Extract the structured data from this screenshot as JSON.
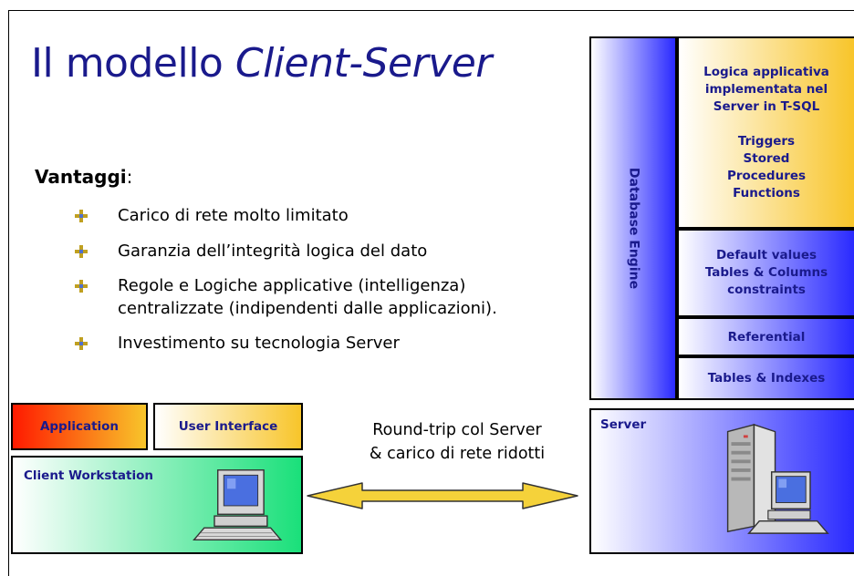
{
  "title": {
    "prefix": "Il modello",
    "emphasis": "Client-Server"
  },
  "advantages": {
    "heading": "Vantaggi",
    "heading_suffix": ":",
    "items": [
      "Carico di rete molto limitato",
      "Garanzia dell’integrità logica del dato",
      "Regole e Logiche applicative (intelligenza) centralizzate (indipendenti dalle applicazioni).",
      "Investimento su tecnologia Server"
    ]
  },
  "server_stack": {
    "engine_label": "Database Engine",
    "logic_title": "Logica applicativa implementata nel Server in T-SQL",
    "logic_items": "Triggers Stored Procedures Functions",
    "defaults": "Default values Tables & Columns constraints",
    "referential": "Referential",
    "tables": "Tables & Indexes"
  },
  "client": {
    "application": "Application",
    "user_interface": "User Interface",
    "workstation": "Client Workstation"
  },
  "server": {
    "label": "Server"
  },
  "arrow_caption": {
    "line1": "Round-trip col Server",
    "line2": "& carico di rete ridotti"
  },
  "colors": {
    "title": "#1a1a8c",
    "bullet": "#c0a020",
    "engine_gradient": [
      "#ffffff",
      "#2a2aff"
    ],
    "logic_gradient": [
      "#ffffff",
      "#f8c52a"
    ],
    "application_gradient": [
      "#ff1a00",
      "#f8c52a"
    ],
    "client_gradient": [
      "#ffffff",
      "#1ae07a"
    ],
    "arrow": "#f5d23a"
  }
}
